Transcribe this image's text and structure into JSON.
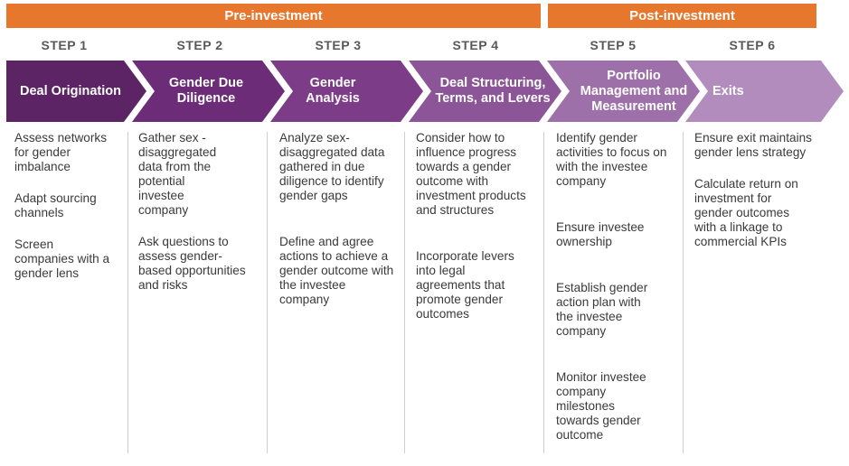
{
  "phases": {
    "pre": "Pre-investment",
    "post": "Post-investment"
  },
  "steps": [
    {
      "number": "STEP 1",
      "title": "Deal Origination",
      "color": "#5C2464",
      "items": [
        "Assess networks for gender imbalance",
        "Adapt sourcing channels",
        "Screen companies with a gender lens"
      ]
    },
    {
      "number": "STEP 2",
      "title": "Gender Due Diligence",
      "color": "#6C2C77",
      "items": [
        "Gather sex -disaggregated data from the potential investee company",
        "Ask questions to assess gender-based opportunities and risks"
      ]
    },
    {
      "number": "STEP 3",
      "title": "Gender Analysis",
      "color": "#7C3C88",
      "items": [
        "Analyze sex-disaggregated data gathered in due diligence to identify gender gaps",
        "Define and agree actions to achieve a gender outcome with the investee company"
      ]
    },
    {
      "number": "STEP 4",
      "title": "Deal Structuring, Terms, and Levers",
      "color": "#8C5598",
      "items": [
        "Consider how to influence progress towards a gender outcome with investment products and structures",
        "Incorporate levers into legal agreements that promote gender outcomes"
      ]
    },
    {
      "number": "STEP 5",
      "title": "Portfolio Management and Measurement",
      "color": "#9D70A9",
      "items": [
        "Identify gender activities to focus on with the investee company",
        "Ensure investee ownership",
        "Establish gender action plan with the investee company",
        "Monitor investee company milestones towards gender outcome"
      ]
    },
    {
      "number": "STEP 6",
      "title": "Exits",
      "color": "#B18CBD",
      "items": [
        "Ensure exit maintains gender lens strategy",
        "Calculate return on investment for gender outcomes with a linkage to commercial KPIs"
      ]
    }
  ]
}
